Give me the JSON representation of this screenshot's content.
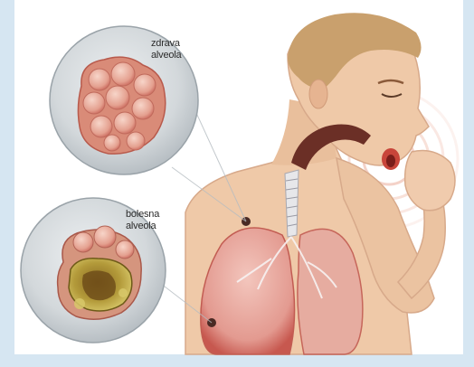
{
  "labels": {
    "healthy": {
      "line1": "zdrava",
      "line2": "alveola"
    },
    "sick": {
      "line1": "bolesna",
      "line2": "alveola"
    }
  },
  "colors": {
    "frame": "#d6e6f2",
    "skin": "#efc9a8",
    "skin_shadow": "#dca987",
    "hair": "#c9a06d",
    "lung": "#d98080",
    "lung_light": "#eab0a8",
    "circle_bg": "#cfd3d6",
    "alveola_healthy": "#d98b78",
    "alveola_sick_fill": "#8f8a34"
  }
}
